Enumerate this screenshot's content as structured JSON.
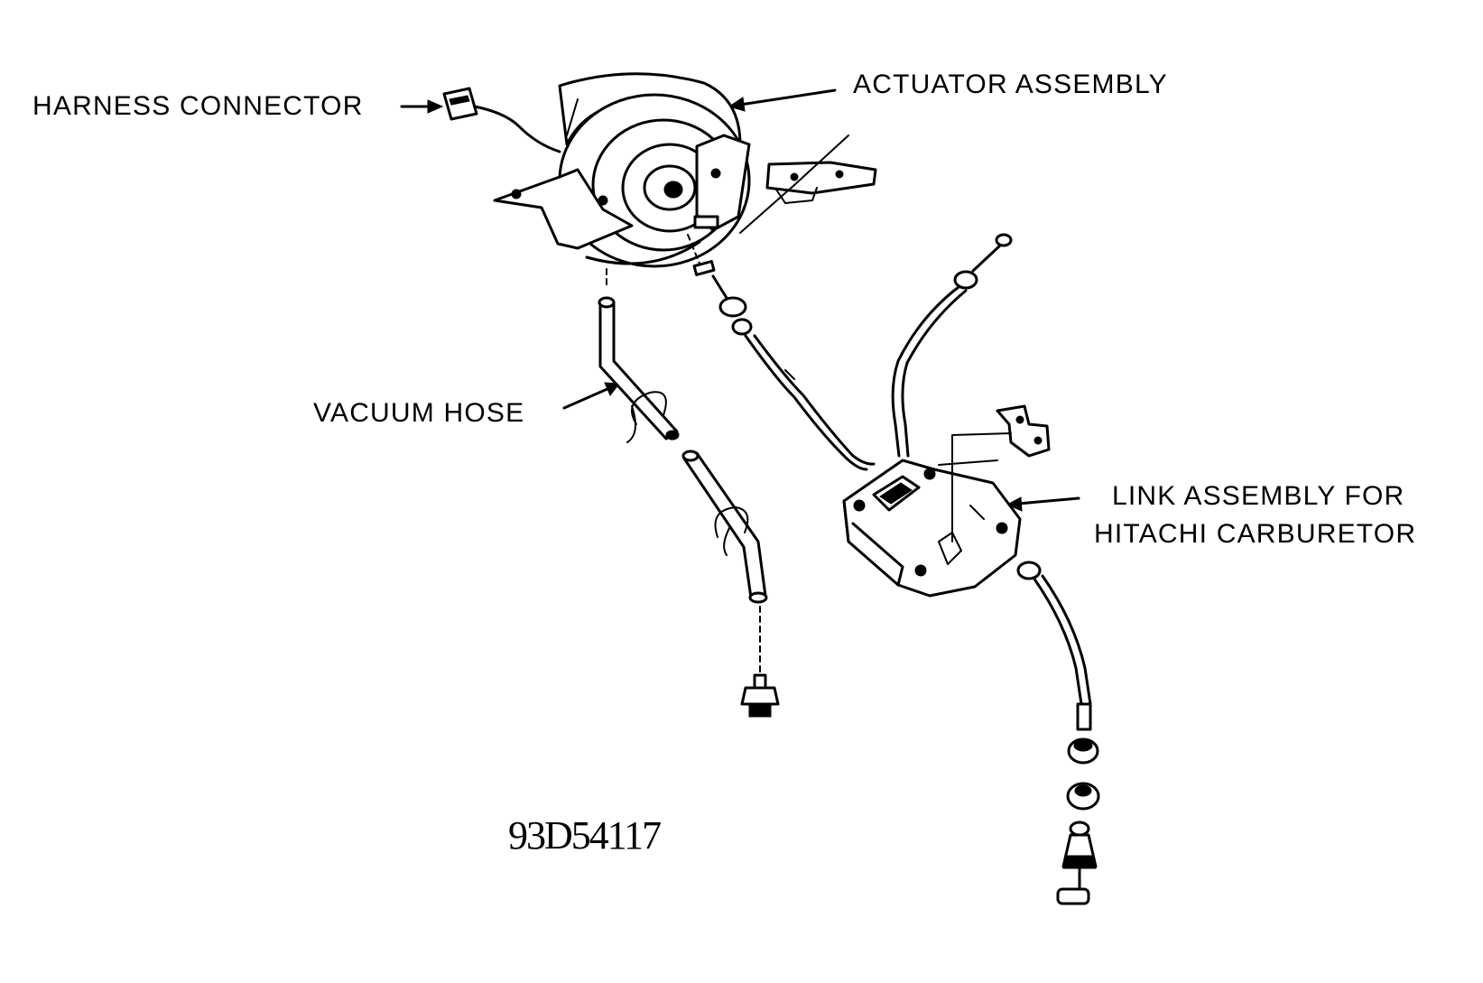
{
  "labels": {
    "harness_connector": "HARNESS CONNECTOR",
    "actuator_assembly": "ACTUATOR ASSEMBLY",
    "vacuum_hose": "VACUUM HOSE",
    "link_assembly_line1": "LINK ASSEMBLY FOR",
    "link_assembly_line2": "HITACHI CARBURETOR"
  },
  "figure_number": "93D54117"
}
